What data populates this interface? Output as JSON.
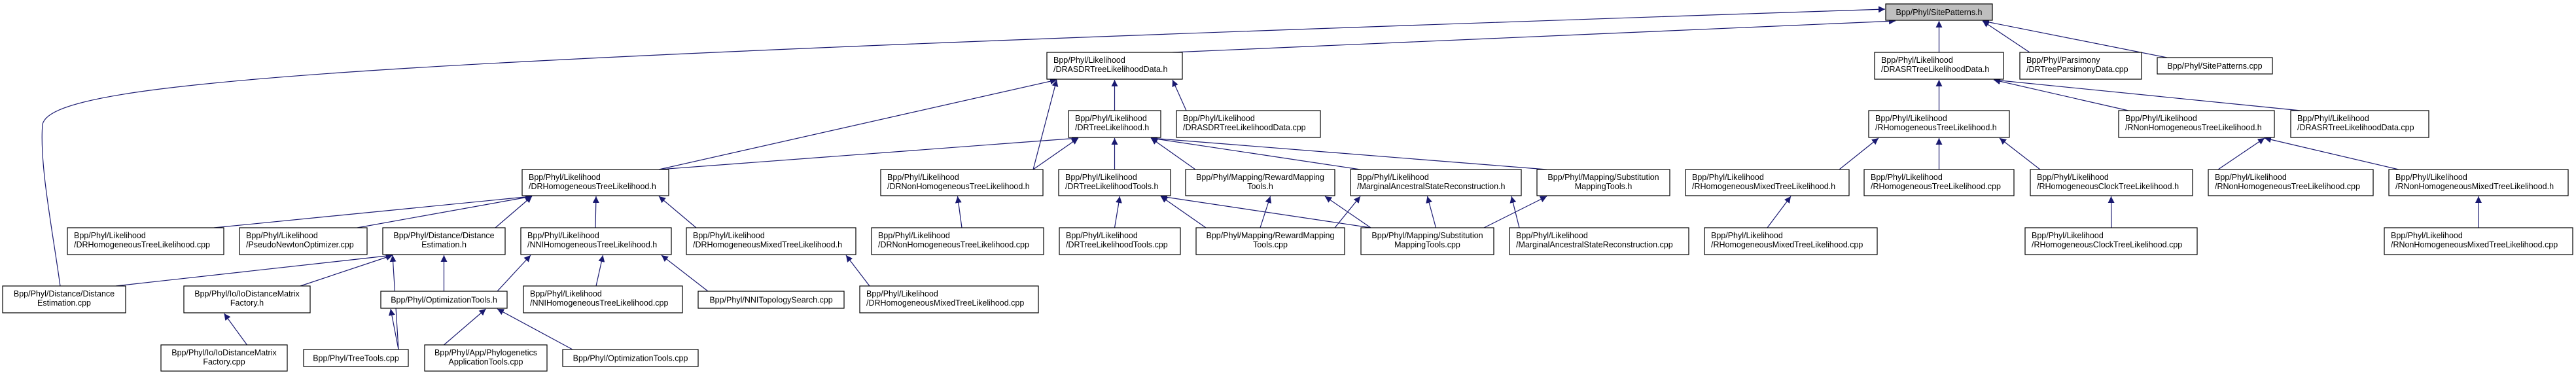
{
  "graph": {
    "type": "include-dependency-graph",
    "edge_color": "#191970",
    "root_fill": "#bfbfbf",
    "nodes": [
      {
        "id": "sp_h",
        "lines": [
          "Bpp/Phyl/SitePatterns.h"
        ],
        "root": true
      },
      {
        "id": "drasdr_h",
        "lines": [
          "Bpp/Phyl/Likelihood",
          "/DRASDRTreeLikelihoodData.h"
        ]
      },
      {
        "id": "drasr_h",
        "lines": [
          "Bpp/Phyl/Likelihood",
          "/DRASRTreeLikelihoodData.h"
        ]
      },
      {
        "id": "pars_cpp",
        "lines": [
          "Bpp/Phyl/Parsimony",
          "/DRTreeParsimonyData.cpp"
        ]
      },
      {
        "id": "sp_cpp",
        "lines": [
          "Bpp/Phyl/SitePatterns.cpp"
        ]
      },
      {
        "id": "drtl_h",
        "lines": [
          "Bpp/Phyl/Likelihood",
          "/DRTreeLikelihood.h"
        ]
      },
      {
        "id": "drasdr_cpp",
        "lines": [
          "Bpp/Phyl/Likelihood",
          "/DRASDRTreeLikelihoodData.cpp"
        ]
      },
      {
        "id": "rhtl_h",
        "lines": [
          "Bpp/Phyl/Likelihood",
          "/RHomogeneousTreeLikelihood.h"
        ]
      },
      {
        "id": "rnhtl_h",
        "lines": [
          "Bpp/Phyl/Likelihood",
          "/RNonHomogeneousTreeLikelihood.h"
        ]
      },
      {
        "id": "drasr_cpp",
        "lines": [
          "Bpp/Phyl/Likelihood",
          "/DRASRTreeLikelihoodData.cpp"
        ]
      },
      {
        "id": "drhtl_h",
        "lines": [
          "Bpp/Phyl/Likelihood",
          "/DRHomogeneousTreeLikelihood.h"
        ]
      },
      {
        "id": "drnhtl_h",
        "lines": [
          "Bpp/Phyl/Likelihood",
          "/DRNonHomogeneousTreeLikelihood.h"
        ]
      },
      {
        "id": "drtlt_h",
        "lines": [
          "Bpp/Phyl/Likelihood",
          "/DRTreeLikelihoodTools.h"
        ]
      },
      {
        "id": "rmt_h",
        "lines": [
          "Bpp/Phyl/Mapping/RewardMapping",
          "Tools.h"
        ]
      },
      {
        "id": "masr_h",
        "lines": [
          "Bpp/Phyl/Likelihood",
          "/MarginalAncestralStateReconstruction.h"
        ]
      },
      {
        "id": "smt_h",
        "lines": [
          "Bpp/Phyl/Mapping/Substitution",
          "MappingTools.h"
        ]
      },
      {
        "id": "rhmtl_h",
        "lines": [
          "Bpp/Phyl/Likelihood",
          "/RHomogeneousMixedTreeLikelihood.h"
        ]
      },
      {
        "id": "rhtl_cpp",
        "lines": [
          "Bpp/Phyl/Likelihood",
          "/RHomogeneousTreeLikelihood.cpp"
        ]
      },
      {
        "id": "rhctl_h",
        "lines": [
          "Bpp/Phyl/Likelihood",
          "/RHomogeneousClockTreeLikelihood.h"
        ]
      },
      {
        "id": "rnhtl_cpp",
        "lines": [
          "Bpp/Phyl/Likelihood",
          "/RNonHomogeneousTreeLikelihood.cpp"
        ]
      },
      {
        "id": "rnhmtl_h",
        "lines": [
          "Bpp/Phyl/Likelihood",
          "/RNonHomogeneousMixedTreeLikelihood.h"
        ]
      },
      {
        "id": "drhtl_cpp",
        "lines": [
          "Bpp/Phyl/Likelihood",
          "/DRHomogeneousTreeLikelihood.cpp"
        ]
      },
      {
        "id": "pno_cpp",
        "lines": [
          "Bpp/Phyl/Likelihood",
          "/PseudoNewtonOptimizer.cpp"
        ]
      },
      {
        "id": "de_h",
        "lines": [
          "Bpp/Phyl/Distance/Distance",
          "Estimation.h"
        ]
      },
      {
        "id": "nni_h",
        "lines": [
          "Bpp/Phyl/Likelihood",
          "/NNIHomogeneousTreeLikelihood.h"
        ]
      },
      {
        "id": "drhmtl_h",
        "lines": [
          "Bpp/Phyl/Likelihood",
          "/DRHomogeneousMixedTreeLikelihood.h"
        ]
      },
      {
        "id": "drnhtl_cpp",
        "lines": [
          "Bpp/Phyl/Likelihood",
          "/DRNonHomogeneousTreeLikelihood.cpp"
        ]
      },
      {
        "id": "drtlt_cpp",
        "lines": [
          "Bpp/Phyl/Likelihood",
          "/DRTreeLikelihoodTools.cpp"
        ]
      },
      {
        "id": "rmt_cpp",
        "lines": [
          "Bpp/Phyl/Mapping/RewardMapping",
          "Tools.cpp"
        ]
      },
      {
        "id": "smt_cpp",
        "lines": [
          "Bpp/Phyl/Mapping/Substitution",
          "MappingTools.cpp"
        ]
      },
      {
        "id": "masr_cpp",
        "lines": [
          "Bpp/Phyl/Likelihood",
          "/MarginalAncestralStateReconstruction.cpp"
        ]
      },
      {
        "id": "rhmtl_cpp",
        "lines": [
          "Bpp/Phyl/Likelihood",
          "/RHomogeneousMixedTreeLikelihood.cpp"
        ]
      },
      {
        "id": "rhctl_cpp",
        "lines": [
          "Bpp/Phyl/Likelihood",
          "/RHomogeneousClockTreeLikelihood.cpp"
        ]
      },
      {
        "id": "rnhmtl_cpp",
        "lines": [
          "Bpp/Phyl/Likelihood",
          "/RNonHomogeneousMixedTreeLikelihood.cpp"
        ]
      },
      {
        "id": "de_cpp",
        "lines": [
          "Bpp/Phyl/Distance/Distance",
          "Estimation.cpp"
        ]
      },
      {
        "id": "iodm_h",
        "lines": [
          "Bpp/Phyl/Io/IoDistanceMatrix",
          "Factory.h"
        ]
      },
      {
        "id": "opt_h",
        "lines": [
          "Bpp/Phyl/OptimizationTools.h"
        ]
      },
      {
        "id": "nni_cpp",
        "lines": [
          "Bpp/Phyl/Likelihood",
          "/NNIHomogeneousTreeLikelihood.cpp"
        ]
      },
      {
        "id": "nnits_cpp",
        "lines": [
          "Bpp/Phyl/NNITopologySearch.cpp"
        ]
      },
      {
        "id": "drhmtl_cpp",
        "lines": [
          "Bpp/Phyl/Likelihood",
          "/DRHomogeneousMixedTreeLikelihood.cpp"
        ]
      },
      {
        "id": "iodm_cpp",
        "lines": [
          "Bpp/Phyl/Io/IoDistanceMatrix",
          "Factory.cpp"
        ]
      },
      {
        "id": "tt_cpp",
        "lines": [
          "Bpp/Phyl/TreeTools.cpp"
        ]
      },
      {
        "id": "pat_cpp",
        "lines": [
          "Bpp/Phyl/App/Phylogenetics",
          "ApplicationTools.cpp"
        ]
      },
      {
        "id": "opt_cpp",
        "lines": [
          "Bpp/Phyl/OptimizationTools.cpp"
        ]
      }
    ],
    "edges": [
      [
        "de_cpp",
        "sp_h"
      ],
      [
        "drasdr_h",
        "sp_h"
      ],
      [
        "drasr_h",
        "sp_h"
      ],
      [
        "pars_cpp",
        "sp_h"
      ],
      [
        "sp_cpp",
        "sp_h"
      ],
      [
        "drhtl_h",
        "drasdr_h"
      ],
      [
        "drnhtl_h",
        "drasdr_h"
      ],
      [
        "drtl_h",
        "drasdr_h"
      ],
      [
        "drasdr_cpp",
        "drasdr_h"
      ],
      [
        "drhtl_h",
        "drtl_h"
      ],
      [
        "drnhtl_h",
        "drtl_h"
      ],
      [
        "drtlt_h",
        "drtl_h"
      ],
      [
        "rmt_h",
        "drtl_h"
      ],
      [
        "masr_h",
        "drtl_h"
      ],
      [
        "smt_h",
        "drtl_h"
      ],
      [
        "drhtl_cpp",
        "drhtl_h"
      ],
      [
        "pno_cpp",
        "drhtl_h"
      ],
      [
        "de_h",
        "drhtl_h"
      ],
      [
        "nni_h",
        "drhtl_h"
      ],
      [
        "drhmtl_h",
        "drhtl_h"
      ],
      [
        "de_cpp",
        "de_h"
      ],
      [
        "iodm_h",
        "de_h"
      ],
      [
        "tt_cpp",
        "de_h"
      ],
      [
        "opt_h",
        "de_h"
      ],
      [
        "opt_h",
        "nni_h"
      ],
      [
        "nni_cpp",
        "nni_h"
      ],
      [
        "nnits_cpp",
        "nni_h"
      ],
      [
        "iodm_cpp",
        "iodm_h"
      ],
      [
        "tt_cpp",
        "opt_h"
      ],
      [
        "pat_cpp",
        "opt_h"
      ],
      [
        "opt_cpp",
        "opt_h"
      ],
      [
        "drhmtl_cpp",
        "drhmtl_h"
      ],
      [
        "drnhtl_cpp",
        "drnhtl_h"
      ],
      [
        "drtlt_cpp",
        "drtlt_h"
      ],
      [
        "rmt_cpp",
        "drtlt_h"
      ],
      [
        "smt_cpp",
        "drtlt_h"
      ],
      [
        "rmt_cpp",
        "rmt_h"
      ],
      [
        "smt_cpp",
        "rmt_h"
      ],
      [
        "rmt_cpp",
        "masr_h"
      ],
      [
        "smt_cpp",
        "masr_h"
      ],
      [
        "masr_cpp",
        "masr_h"
      ],
      [
        "smt_cpp",
        "smt_h"
      ],
      [
        "rhtl_h",
        "drasr_h"
      ],
      [
        "rnhtl_h",
        "drasr_h"
      ],
      [
        "drasr_cpp",
        "drasr_h"
      ],
      [
        "rhmtl_h",
        "rhtl_h"
      ],
      [
        "rhtl_cpp",
        "rhtl_h"
      ],
      [
        "rhctl_h",
        "rhtl_h"
      ],
      [
        "rnhtl_cpp",
        "rnhtl_h"
      ],
      [
        "rnhmtl_h",
        "rnhtl_h"
      ],
      [
        "rhmtl_cpp",
        "rhmtl_h"
      ],
      [
        "rhctl_cpp",
        "rhctl_h"
      ],
      [
        "rnhmtl_cpp",
        "rnhmtl_h"
      ]
    ]
  }
}
